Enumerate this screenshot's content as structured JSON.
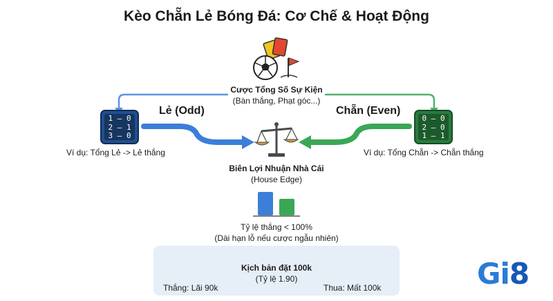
{
  "title": "Kèo Chẵn Lẻ Bóng Đá: Cơ Chế & Hoạt Động",
  "top": {
    "label": "Cược Tổng Số Sự Kiện",
    "sub": "(Bàn thắng, Phạt góc...)"
  },
  "odd": {
    "label": "Lẻ (Odd)",
    "example": "Ví dụ: Tổng Lẻ -> Lẻ thắng",
    "scores": [
      [
        "1",
        "0"
      ],
      [
        "2",
        "1"
      ],
      [
        "3",
        "0"
      ]
    ],
    "color": "#3b7fd9"
  },
  "even": {
    "label": "Chẵn (Even)",
    "example": "Ví dụ: Tổng Chẵn -> Chẵn thắng",
    "scores": [
      [
        "0",
        "0"
      ],
      [
        "2",
        "0"
      ],
      [
        "1",
        "1"
      ]
    ],
    "color": "#3aa757"
  },
  "center": {
    "label": "Biên Lợi Nhuận Nhà Cái",
    "sub": "(House Edge)"
  },
  "rate": {
    "label": "Tỷ lệ thắng < 100%",
    "sub": "(Dài hạn lỗ nếu cược ngẫu nhiên)"
  },
  "scenario": {
    "title": "Kịch bản đặt 100k",
    "sub": "(Tỷ lệ 1.90)",
    "win": "Thắng: Lãi 90k",
    "lose": "Thua: Mất 100k"
  },
  "brand": {
    "main": "Gi",
    "accent": "8"
  },
  "icons": [
    "soccer-ball-icon",
    "cards-icon",
    "corner-flag-icon",
    "scoreboard-icon",
    "scale-icon",
    "coins-icon",
    "trend-up-icon",
    "wallet-icon",
    "arrow-down-icon",
    "bar-chart-icon"
  ]
}
